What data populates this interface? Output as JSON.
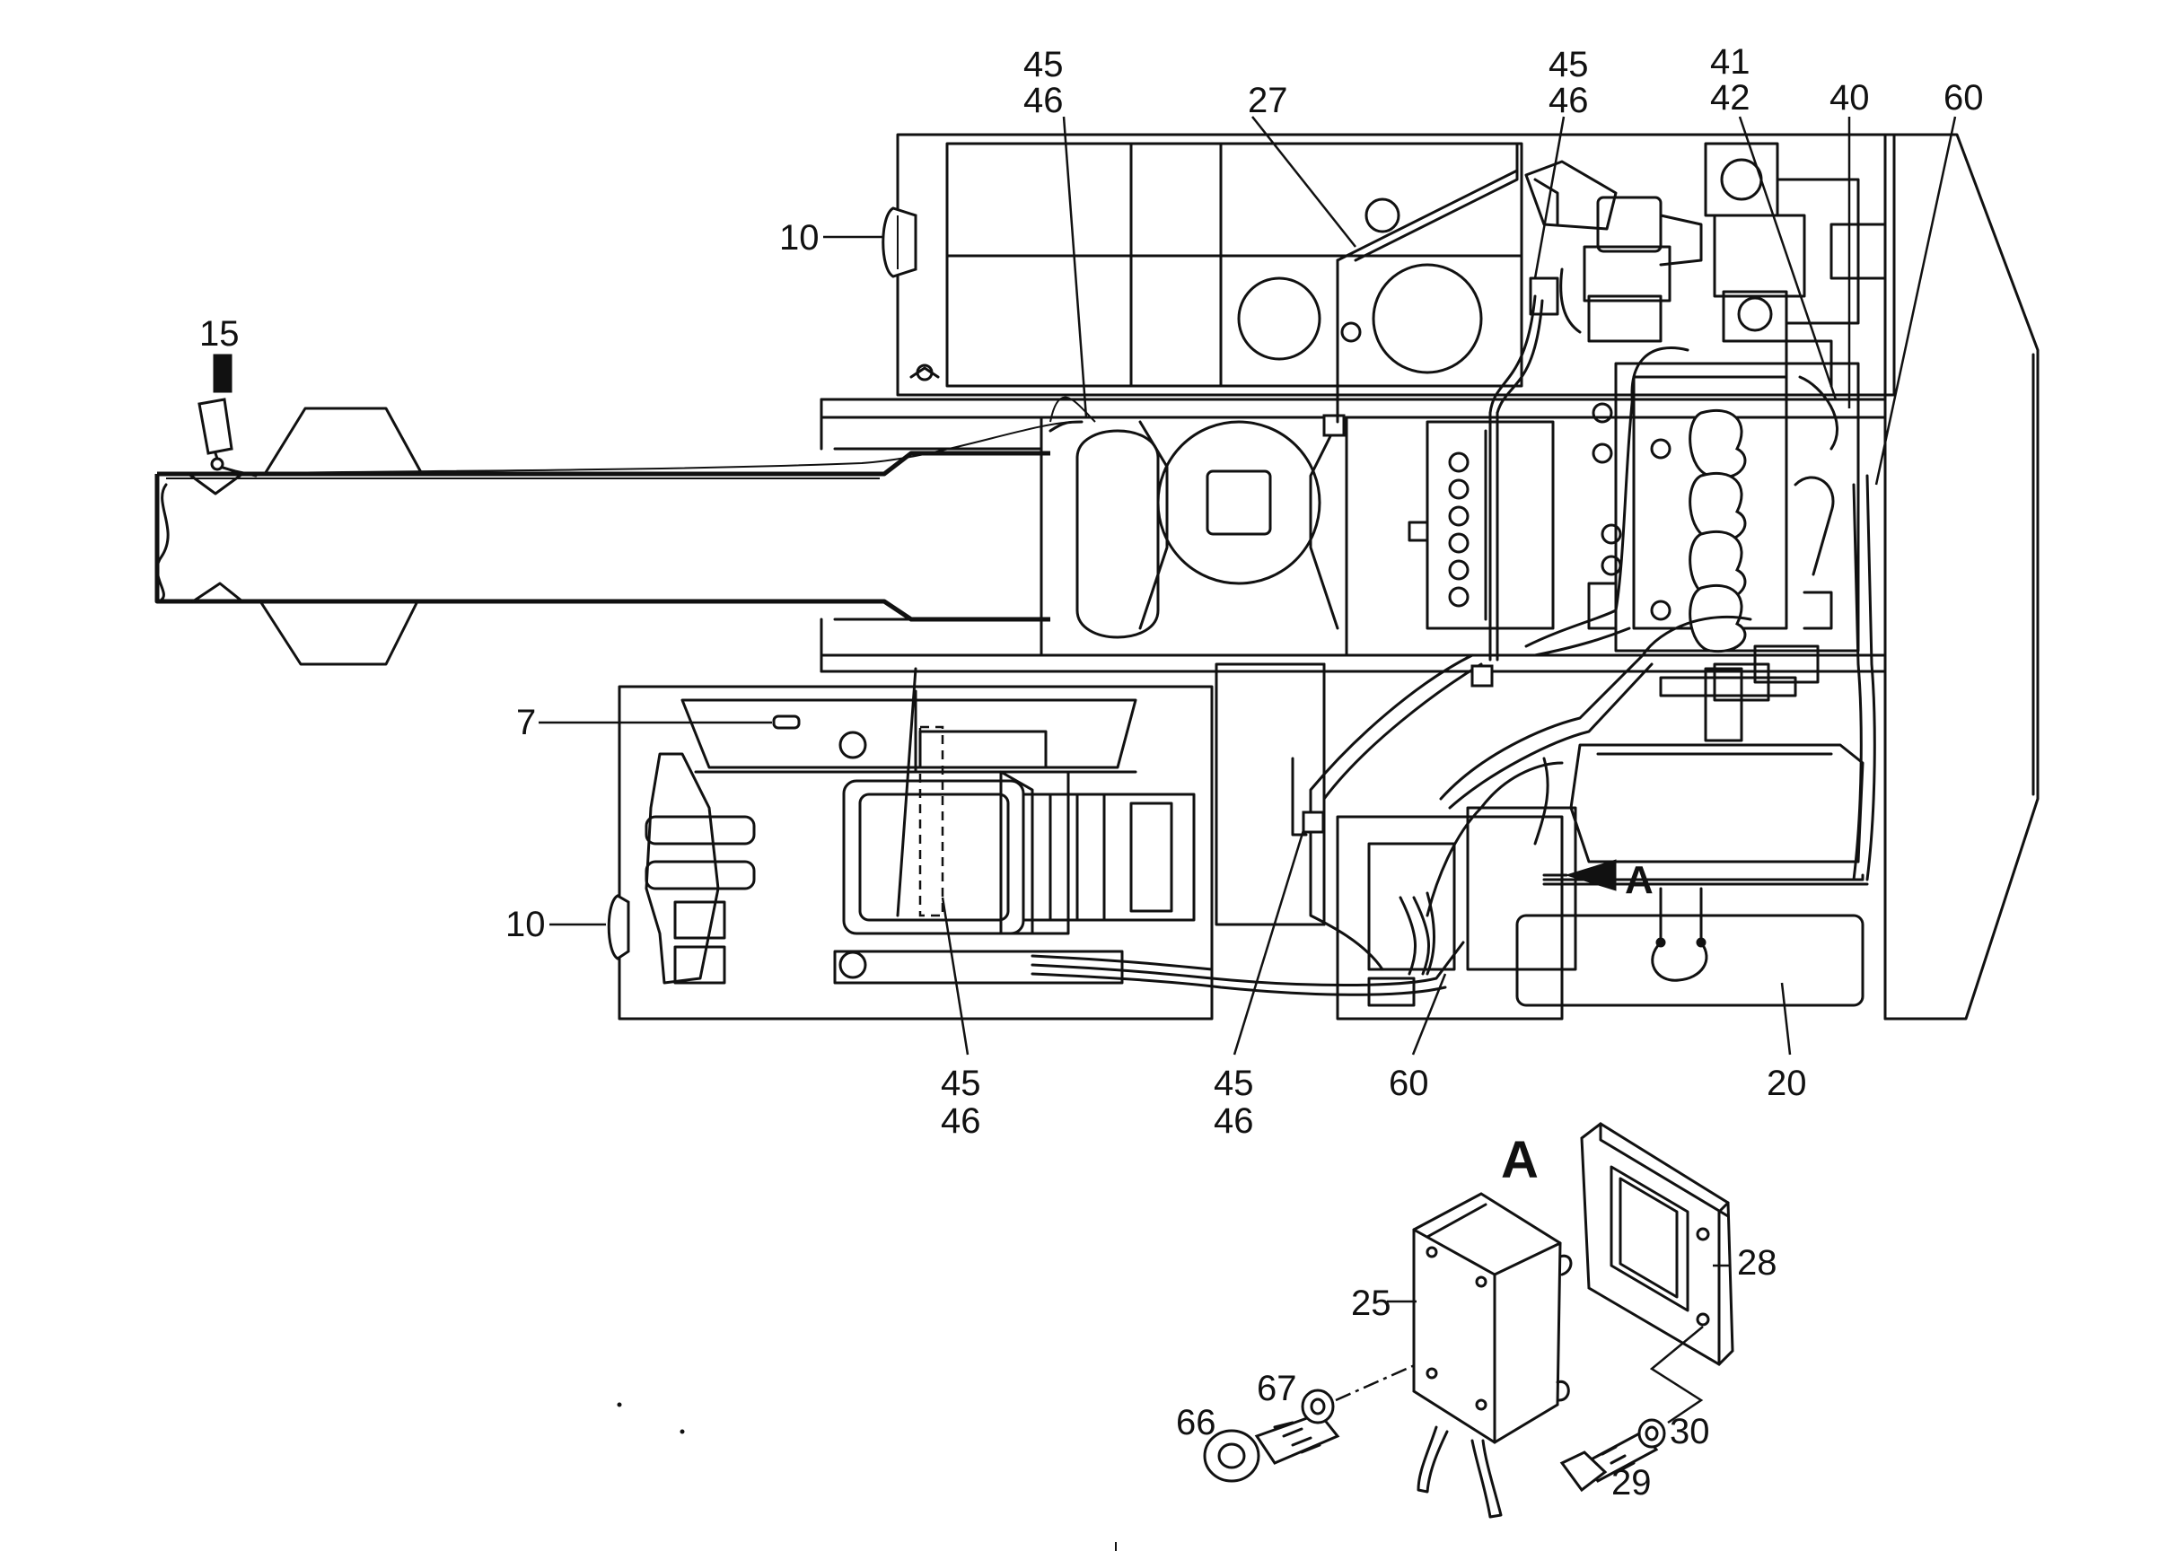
{
  "diagram": {
    "callouts": {
      "c10_top": "10",
      "c15": "15",
      "c7": "7",
      "c10_bottom": "10",
      "c45_top": "45",
      "c46_top": "46",
      "c27": "27",
      "c45_top_right": "45",
      "c46_top_right": "46",
      "c41": "41",
      "c42": "42",
      "c40": "40",
      "c60_top": "60",
      "c45_bottom_left": "45",
      "c46_bottom_left": "46",
      "c45_bottom_mid": "45",
      "c46_bottom_mid": "46",
      "c60_bottom": "60",
      "c20": "20",
      "c25": "25",
      "c28": "28",
      "c67": "67",
      "c66": "66",
      "c30": "30",
      "c29": "29"
    },
    "view_marker": "A",
    "detail_title": "A"
  }
}
